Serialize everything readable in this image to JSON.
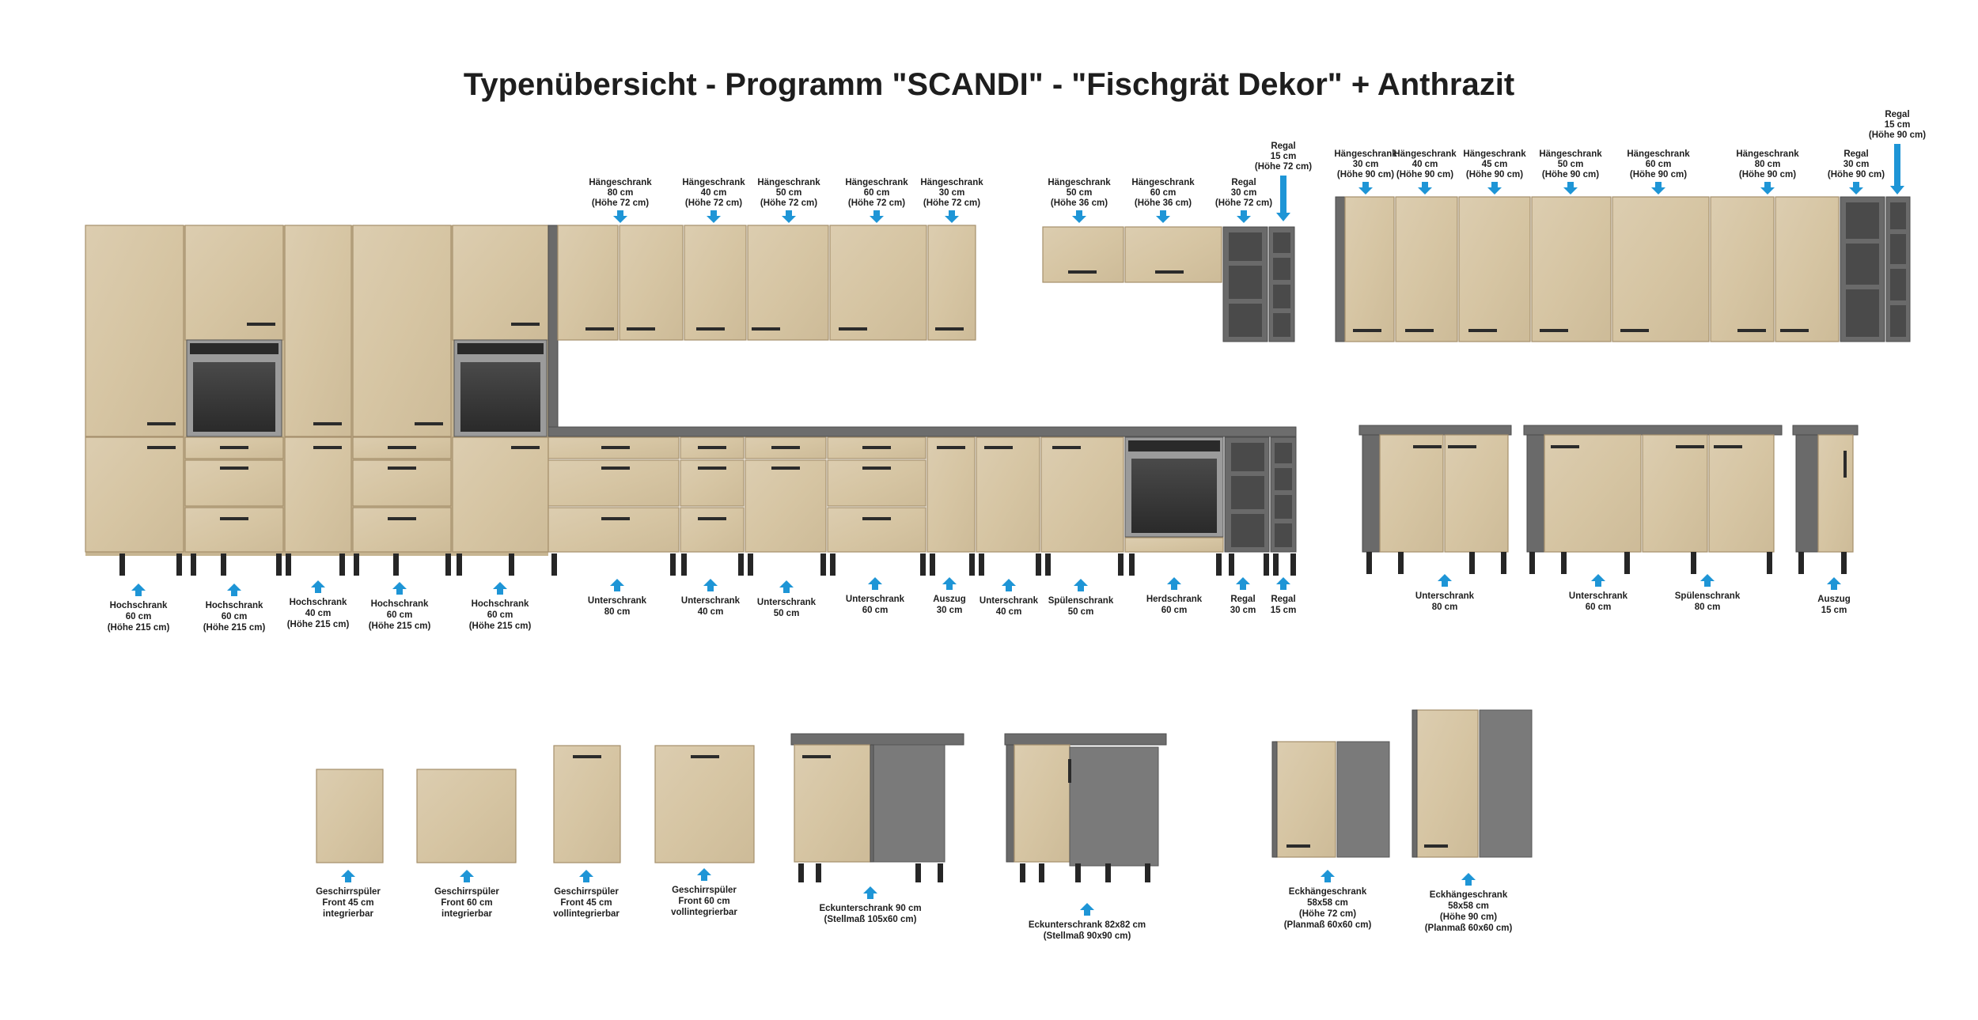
{
  "title": "Typenübersicht - Programm  \"SCANDI\" - \"Fischgrät Dekor\"  + Anthrazit",
  "colors": {
    "wood": "#d8c8a6",
    "wood_edge": "#a58f6c",
    "anthracite": "#6a6a6a",
    "countertop": "#6d6d6d",
    "arrow": "#1e95d6",
    "handle": "#2b2b2b"
  },
  "labels": {
    "upper1": {
      "h80": [
        "Hängeschrank",
        "80 cm",
        "(Höhe  72 cm)"
      ],
      "h40": [
        "Hängeschrank",
        "40 cm",
        "(Höhe  72 cm)"
      ],
      "h50": [
        "Hängeschrank",
        "50 cm",
        "(Höhe  72 cm)"
      ],
      "h60": [
        "Hängeschrank",
        "60 cm",
        "(Höhe  72 cm)"
      ],
      "h30": [
        "Hängeschrank",
        "30 cm",
        "(Höhe  72 cm)"
      ]
    },
    "upper2": {
      "h50": [
        "Hängeschrank",
        "50 cm",
        "(Höhe  36 cm)"
      ],
      "h60": [
        "Hängeschrank",
        "60 cm",
        "(Höhe  36 cm)"
      ],
      "r30": [
        "Regal",
        "30 cm",
        "(Höhe  72 cm)"
      ],
      "r15": [
        "Regal",
        "15 cm",
        "(Höhe 72 cm)"
      ]
    },
    "upper3": {
      "h30": [
        "Hängeschrank",
        "30 cm",
        "(Höhe 90 cm)"
      ],
      "h40": [
        "Hängeschrank",
        "40 cm",
        "(Höhe 90 cm)"
      ],
      "h45": [
        "Hängeschrank",
        "45 cm",
        "(Höhe 90 cm)"
      ],
      "h50": [
        "Hängeschrank",
        "50 cm",
        "(Höhe 90 cm)"
      ],
      "h60": [
        "Hängeschrank",
        "60 cm",
        "(Höhe 90 cm)"
      ],
      "h80": [
        "Hängeschrank",
        "80 cm",
        "(Höhe 90 cm)"
      ],
      "r30": [
        "Regal",
        "30 cm",
        "(Höhe 90 cm)"
      ],
      "r15": [
        "Regal",
        "15 cm",
        "(Höhe 90 cm)"
      ]
    },
    "tall": {
      "t60a": [
        "Hochschrank",
        "60 cm",
        "(Höhe 215 cm)"
      ],
      "t60b": [
        "Hochschrank",
        "60 cm",
        "(Höhe 215 cm)"
      ],
      "t40": [
        "Hochschrank",
        "40 cm",
        "(Höhe 215 cm)"
      ],
      "t60c": [
        "Hochschrank",
        "60 cm",
        "(Höhe 215 cm)"
      ],
      "t60d": [
        "Hochschrank",
        "60 cm",
        "(Höhe 215 cm)"
      ]
    },
    "base1": {
      "u80": [
        "Unterschrank",
        "80 cm"
      ],
      "u40": [
        "Unterschrank",
        "40 cm"
      ],
      "u50": [
        "Unterschrank",
        "50 cm"
      ],
      "u60": [
        "Unterschrank",
        "60 cm"
      ],
      "a30": [
        "Auszug",
        "30 cm"
      ],
      "u40b": [
        "Unterschrank",
        "40 cm"
      ],
      "s50": [
        "Spülenschrank",
        "50 cm"
      ],
      "herd": [
        "Herdschrank",
        "60 cm"
      ],
      "r30": [
        "Regal",
        "30 cm"
      ],
      "r15": [
        "Regal",
        "15 cm"
      ]
    },
    "base2": {
      "u80": [
        "Unterschrank",
        "80 cm"
      ],
      "u60": [
        "Unterschrank",
        "60 cm"
      ],
      "s80": [
        "Spülenschrank",
        "80 cm"
      ],
      "a15": [
        "Auszug",
        "15 cm"
      ]
    },
    "bottom": {
      "g45": [
        "Geschirrspüler",
        "Front 45 cm",
        "integrierbar"
      ],
      "g60": [
        "Geschirrspüler",
        "Front 60 cm",
        "integrierbar"
      ],
      "g45v": [
        "Geschirrspüler",
        "Front 45 cm",
        "vollintegrierbar"
      ],
      "g60v": [
        "Geschirrspüler",
        "Front 60 cm",
        "vollintegrierbar"
      ],
      "eu90": [
        "Eckunterschrank 90 cm",
        "(Stellmaß 105x60 cm)"
      ],
      "eu82": [
        "Eckunterschrank 82x82 cm",
        "(Stellmaß 90x90 cm)"
      ],
      "eh72": [
        "Eckhängeschrank",
        "58x58 cm",
        "(Höhe 72 cm)",
        "(Planmaß  60x60 cm)"
      ],
      "eh90": [
        "Eckhängeschrank",
        "58x58 cm",
        "(Höhe 90 cm)",
        "(Planmaß  60x60 cm)"
      ]
    }
  }
}
